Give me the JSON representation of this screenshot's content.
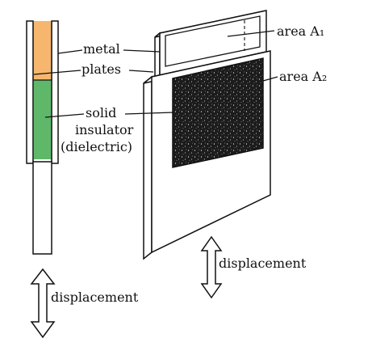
{
  "labels": {
    "metal": "metal",
    "plates": "plates",
    "solid": "solid",
    "insulator": "insulator",
    "dielectric": "(dielectric)",
    "area_a1": "area A₁",
    "area_a2": "area A₂",
    "displacement_left": "displacement",
    "displacement_right": "displacement"
  },
  "colors": {
    "ink": "#111111",
    "top_plate_fill": "#f6b66e",
    "dielectric_fill": "#5fb86a",
    "dark_fill": "#1c1c1c",
    "background": "#ffffff"
  },
  "icons": {
    "displacement_left": "double-arrow-vertical-icon",
    "displacement_right": "double-arrow-vertical-icon"
  }
}
